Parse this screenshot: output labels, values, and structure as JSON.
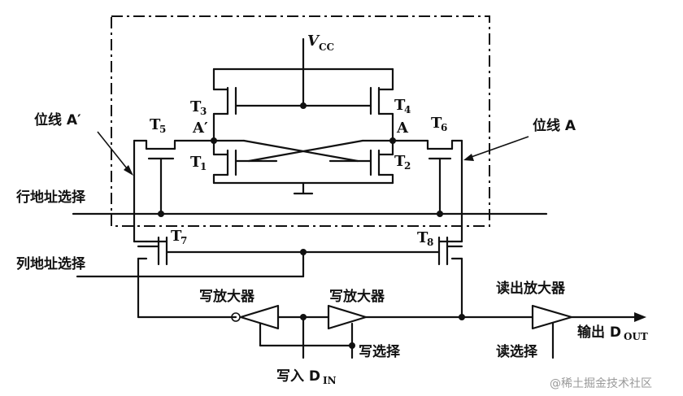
{
  "labels": {
    "vcc_main": "V",
    "vcc_sub": "CC",
    "t1": "T",
    "t1_sub": "1",
    "t2": "T",
    "t2_sub": "2",
    "t3": "T",
    "t3_sub": "3",
    "t4": "T",
    "t4_sub": "4",
    "t5": "T",
    "t5_sub": "5",
    "t6": "T",
    "t6_sub": "6",
    "t7": "T",
    "t7_sub": "7",
    "t8": "T",
    "t8_sub": "8",
    "node_a_prime": "A′",
    "node_a": "A",
    "bitline_a_prime": "位线 A′",
    "bitline_a": "位线 A",
    "row_select": "行地址选择",
    "col_select": "列地址选择",
    "write_amp_left": "写放大器",
    "write_amp_right": "写放大器",
    "read_amp": "读出放大器",
    "write_select": "写选择",
    "read_select": "读选择",
    "write_in": "写入 D",
    "write_in_sub": "IN",
    "output": "输出 D",
    "output_sub": "OUT",
    "watermark": "@稀土掘金技术社区"
  }
}
